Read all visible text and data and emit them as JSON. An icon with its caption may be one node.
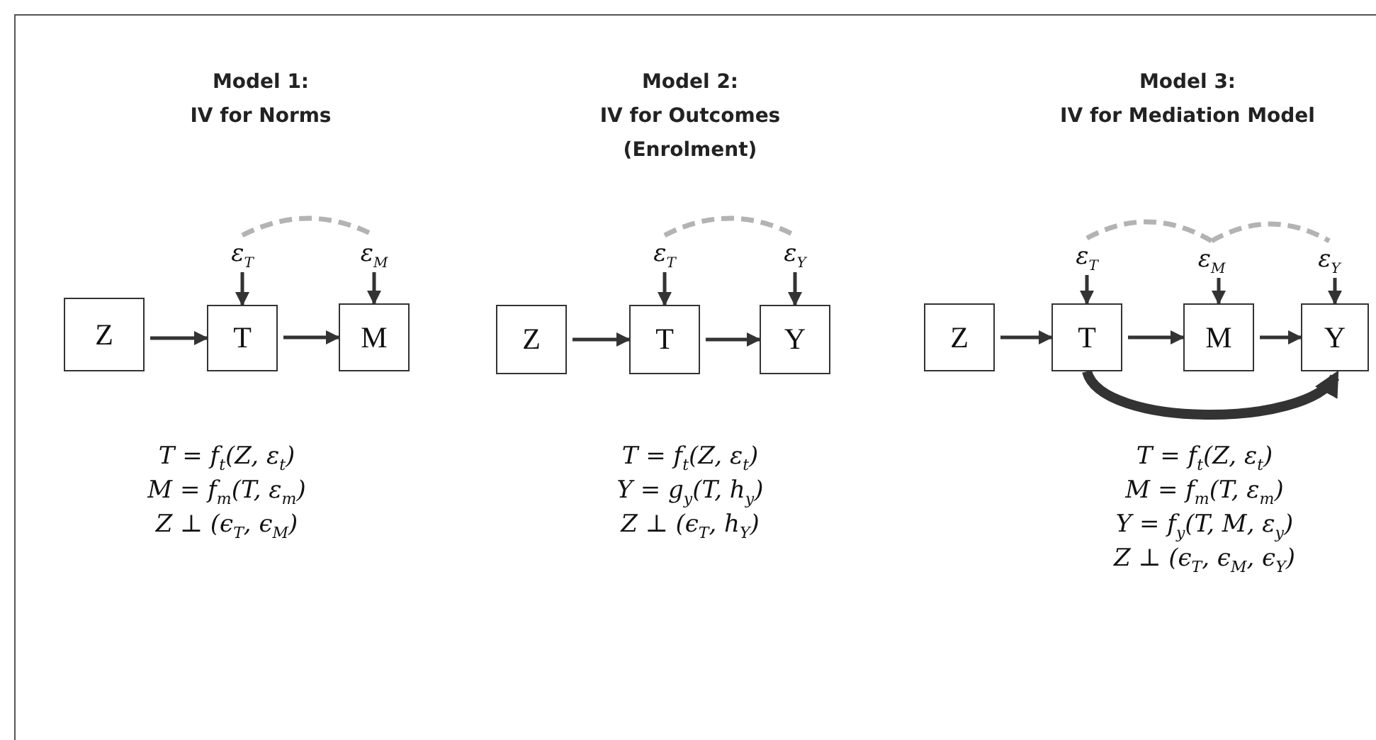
{
  "diagram": {
    "nodes": [
      {
        "text": [
          "ε$_{T}$"
        ]
      },
      {
        "text": [
          "ε$_{M}$"
        ]
      },
      {
        "text": [
          "Z"
        ]
      },
      {
        "text": [
          "T"
        ]
      },
      {
        "text": [
          "M"
        ]
      },
      {
        "text": [
          "ε$_{T}$"
        ]
      },
      {
        "text": [
          "ε$_{Y}$"
        ]
      },
      {
        "text": [
          "Z"
        ]
      },
      {
        "text": [
          "T"
        ]
      },
      {
        "text": [
          "Y"
        ]
      },
      {
        "text": [
          "ε$_{T}$"
        ]
      },
      {
        "text": [
          "ε$_{M}$"
        ]
      },
      {
        "text": [
          "ε$_{Y}$"
        ]
      },
      {
        "text": [
          "Z"
        ]
      },
      {
        "text": [
          "T"
        ]
      },
      {
        "text": [
          "M"
        ]
      },
      {
        "text": [
          "Y"
        ]
      }
    ],
    "edges": [
      {
        "from": 0,
        "to": 1,
        "arrow": "none",
        "style": "dashed",
        "color": "#b3b3b3"
      },
      {
        "from": 0,
        "to": 3,
        "arrow": "to"
      },
      {
        "from": 1,
        "to": 4,
        "arrow": "to"
      },
      {
        "from": 2,
        "to": 3,
        "arrow": "to"
      },
      {
        "from": 3,
        "to": 4,
        "arrow": "to"
      },
      {
        "from": 5,
        "to": 6,
        "arrow": "none",
        "style": "dashed",
        "color": "#b3b3b3"
      },
      {
        "from": 5,
        "to": 8,
        "arrow": "to"
      },
      {
        "from": 6,
        "to": 9,
        "arrow": "to"
      },
      {
        "from": 7,
        "to": 8,
        "arrow": "to"
      },
      {
        "from": 8,
        "to": 9,
        "arrow": "to"
      },
      {
        "from": 10,
        "to": 11,
        "arrow": "none",
        "style": "dashed",
        "color": "#b3b3b3"
      },
      {
        "from": 11,
        "to": 12,
        "arrow": "none",
        "style": "dashed",
        "color": "#b3b3b3"
      },
      {
        "from": 10,
        "to": 14,
        "arrow": "to"
      },
      {
        "from": 11,
        "to": 15,
        "arrow": "to"
      },
      {
        "from": 12,
        "to": 16,
        "arrow": "to"
      },
      {
        "from": 13,
        "to": 14,
        "arrow": "to"
      },
      {
        "from": 14,
        "to": 15,
        "arrow": "to"
      },
      {
        "from": 15,
        "to": 16,
        "arrow": "to"
      },
      {
        "from": 14,
        "to": 16,
        "arrow": "to",
        "style": "thick"
      }
    ],
    "labels": [
      "Model 1:",
      "IV for Norms",
      "Model 2:",
      "IV for Outcomes (Enrolment)",
      "Model 3:",
      "IV for Mediation Model",
      "T = f$_{t}$(Z, ε$_{t}$)",
      "M = f$_{m}$(T, ε$_{m}$)",
      "Z ⊥ (ϵ$_{T}$, ϵ$_{M}$)",
      "T = f$_{t}$(Z, ε$_{t}$)",
      "Y = g$_{y}$(T, h$_{y}$)",
      "Z ⊥ (ϵ$_{T}$, h$_{Y}$)",
      "T = f$_{t}$(Z, ε$_{t}$)",
      "M = f$_{m}$(T, ε$_{m}$)",
      "Y = f$_{y}$(T, M, ε$_{y}$)",
      "Z ⊥ (ϵ$_{T}$, ϵ$_{M}$, ϵ$_{Y}$)"
    ]
  }
}
